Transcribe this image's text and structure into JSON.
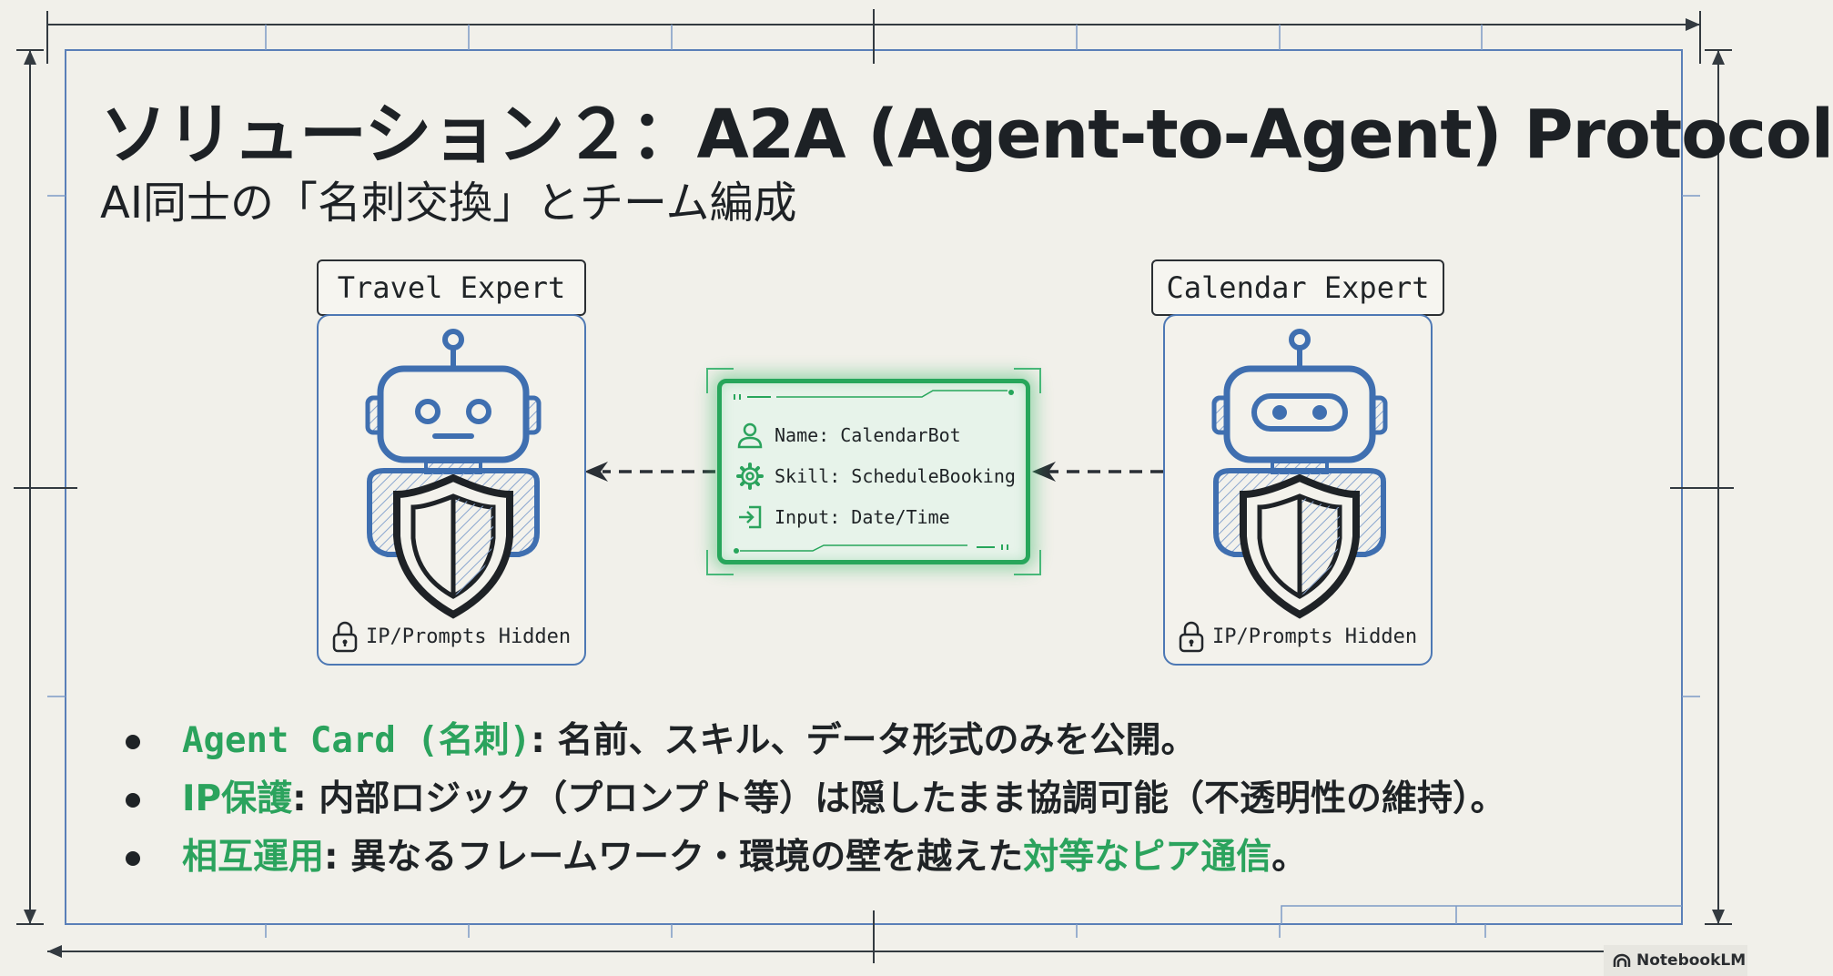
{
  "slide": {
    "title": "ソリューション２：A2A (Agent-to-Agent) Protocol",
    "subtitle": "AI同士の「名刺交換」とチーム編成"
  },
  "agents": [
    {
      "name": "Travel Expert",
      "footer": "IP/Prompts Hidden",
      "icon": "robot-shield-icon"
    },
    {
      "name": "Calendar Expert",
      "footer": "IP/Prompts Hidden",
      "icon": "robot-shield-icon"
    }
  ],
  "agent_card": {
    "rows": [
      {
        "icon": "person-icon",
        "text": "Name: CalendarBot"
      },
      {
        "icon": "gear-icon",
        "text": "Skill: ScheduleBooking"
      },
      {
        "icon": "input-arrow-icon",
        "text": "Input: Date/Time"
      }
    ],
    "accent": "#2ba35d"
  },
  "bullets": [
    {
      "term": "Agent Card (名刺)",
      "separator": ": ",
      "text": "名前、スキル、データ形式のみを公開。"
    },
    {
      "term": "IP保護",
      "separator": ": ",
      "text": "内部ロジック（プロンプト等）は隠したまま協調可能（不透明性の維持）。"
    },
    {
      "term": "相互運用",
      "separator": ": ",
      "text": "異なるフレームワーク・環境の壁を越えた",
      "highlight": "対等なピア通信",
      "tail": "。"
    }
  ],
  "brand": {
    "label": "NotebookLM"
  },
  "colors": {
    "accent_green": "#2ba35d",
    "robot_blue": "#4d78b4",
    "ink": "#1f2326",
    "paper": "#f1f0ea"
  }
}
